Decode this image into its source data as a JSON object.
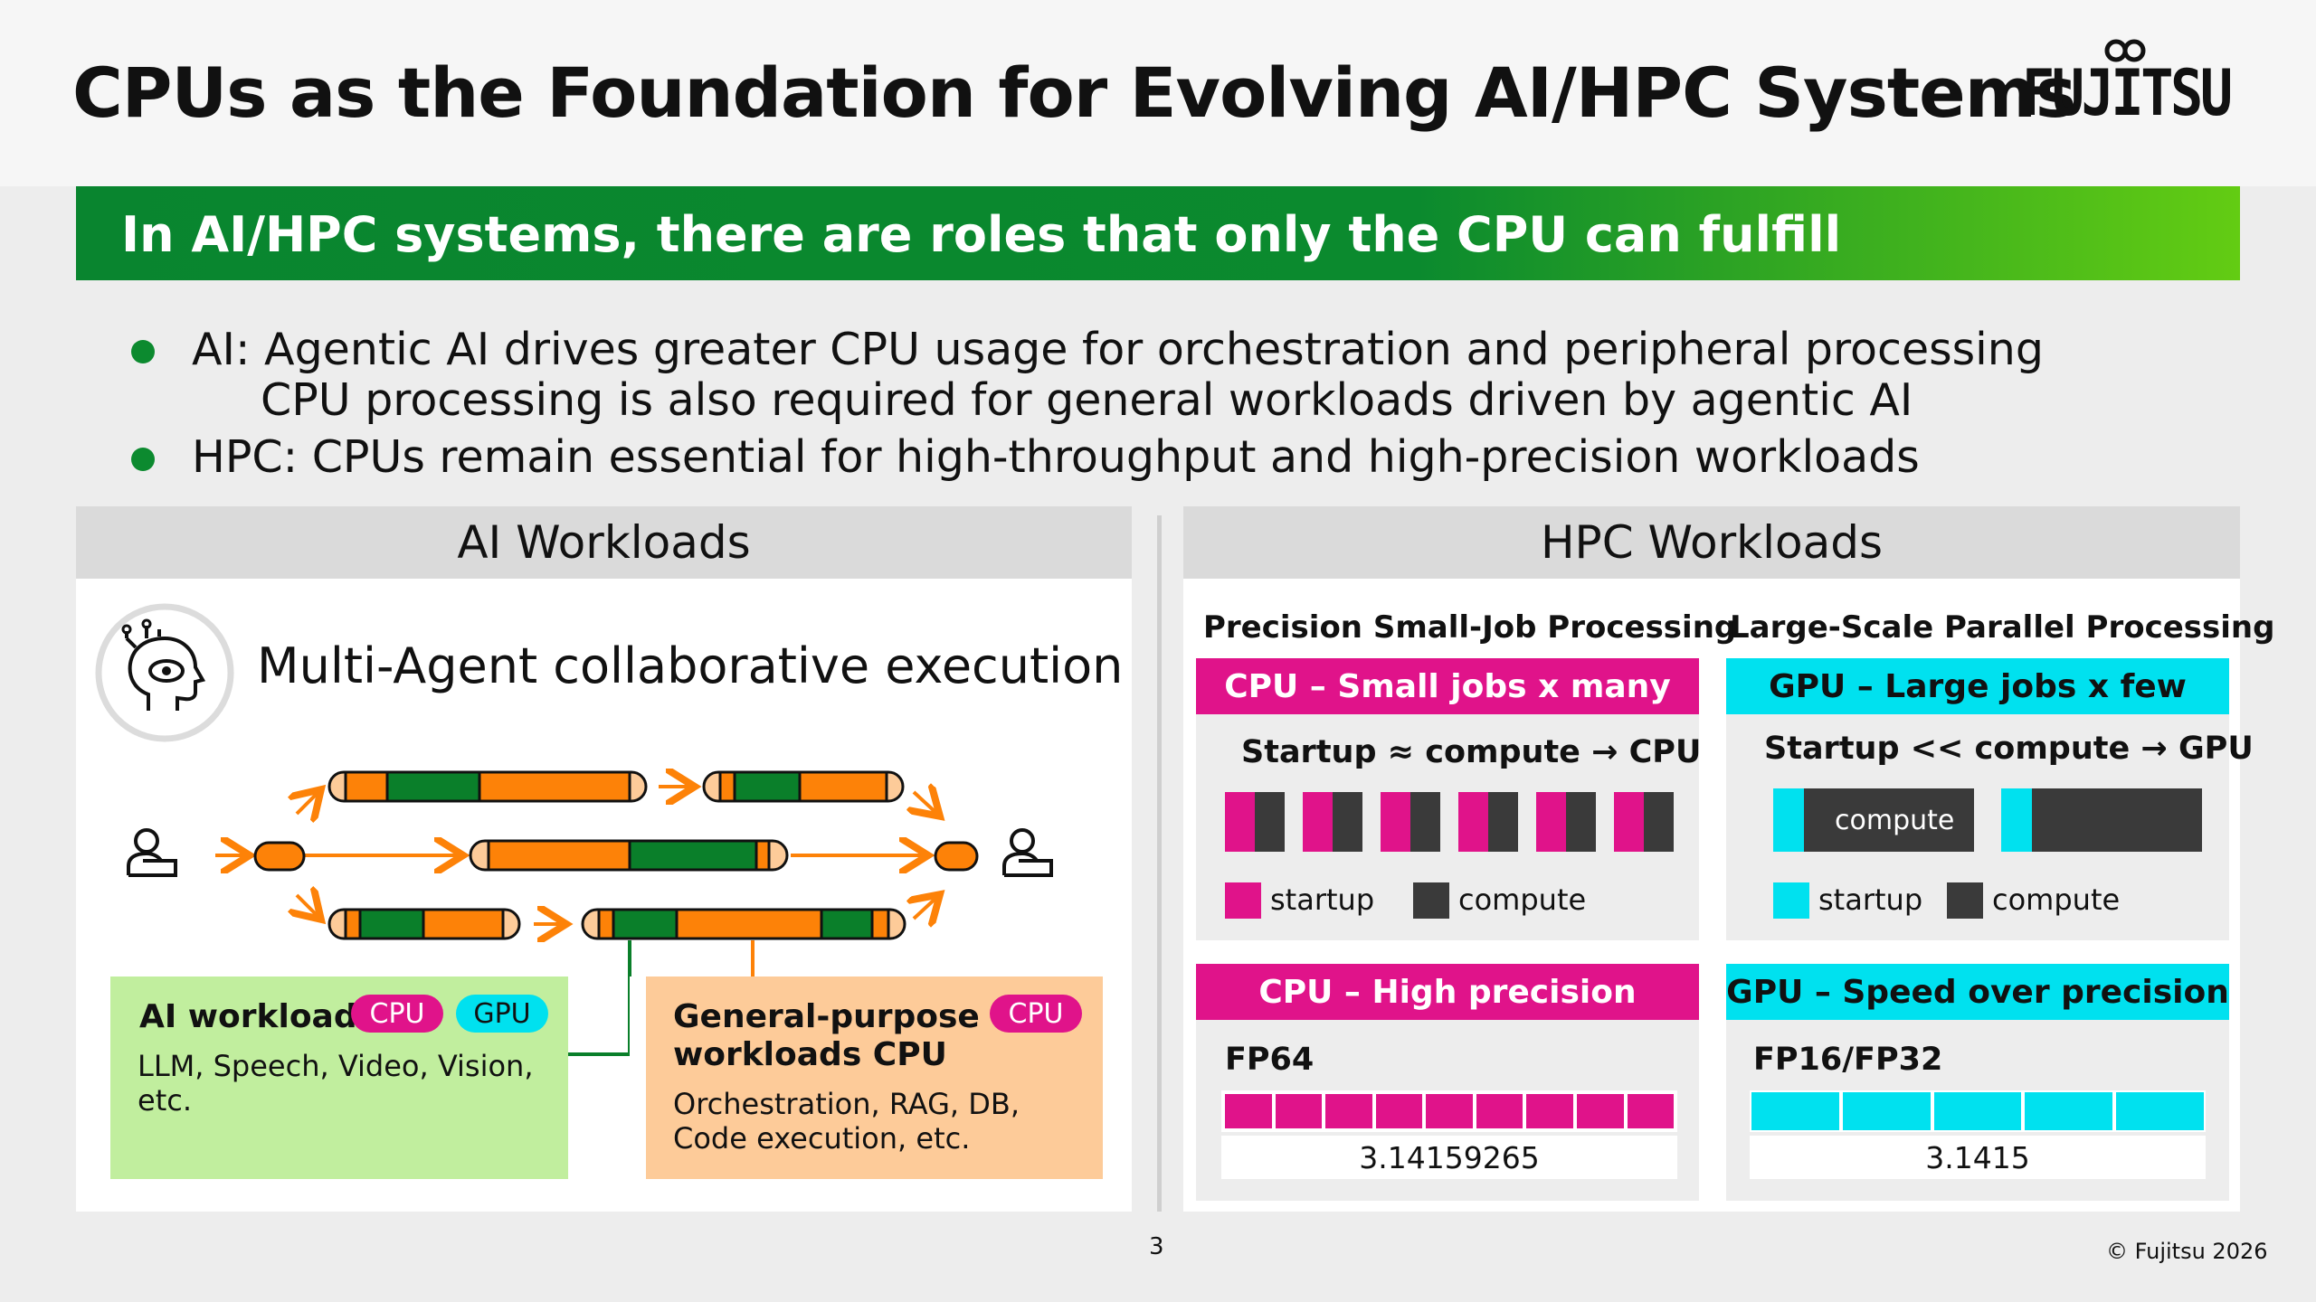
{
  "header": {
    "title": "CPUs as the Foundation for Evolving AI/HPC Systems",
    "logo": "FUJITSU"
  },
  "banner": {
    "text": "In AI/HPC systems, there are roles that only the CPU can fulfill"
  },
  "bullets": [
    {
      "line1": "AI: Agentic AI drives greater CPU usage for orchestration and peripheral processing",
      "line2": "CPU processing is also required for general workloads driven by agentic AI"
    },
    {
      "line1": "HPC: CPUs remain essential for high-throughput and high-precision workloads"
    }
  ],
  "ai": {
    "header": "AI Workloads",
    "heading": "Multi-Agent collaborative execution",
    "ai_box": {
      "title": "AI workload",
      "badge_cpu": "CPU",
      "badge_gpu": "GPU",
      "desc": "LLM, Speech, Video, Vision, etc."
    },
    "gp_box": {
      "title_line1": "General-purpose",
      "title_line2": "workloads CPU",
      "badge_cpu": "CPU",
      "desc_line1": "Orchestration, RAG, DB,",
      "desc_line2": "Code execution, etc."
    }
  },
  "hpc": {
    "header": "HPC Workloads",
    "left": {
      "subtitle": "Precision Small-Job Processing",
      "bar": "CPU – Small jobs x many",
      "equation": "Startup ≈  compute → CPU",
      "legend_startup": "startup",
      "legend_compute": "compute",
      "bar2": "CPU – High precision",
      "format": "FP64",
      "value": "3.14159265",
      "cells": 9
    },
    "right": {
      "subtitle": "Large-Scale Parallel Processing",
      "bar": "GPU – Large jobs x few",
      "equation": "Startup << compute → GPU",
      "block_label": "compute",
      "legend_startup": "startup",
      "legend_compute": "compute",
      "bar2": "GPU – Speed over precision",
      "format": "FP16/FP32",
      "value": "3.1415",
      "cells": 5
    }
  },
  "colors": {
    "green": "#0c8a2f",
    "magenta": "#e0138a",
    "cyan": "#00e1ef",
    "orange": "#fd8208",
    "dark": "#3a3a3a"
  },
  "footer": {
    "page": "3",
    "copyright": "© Fujitsu 2026"
  }
}
